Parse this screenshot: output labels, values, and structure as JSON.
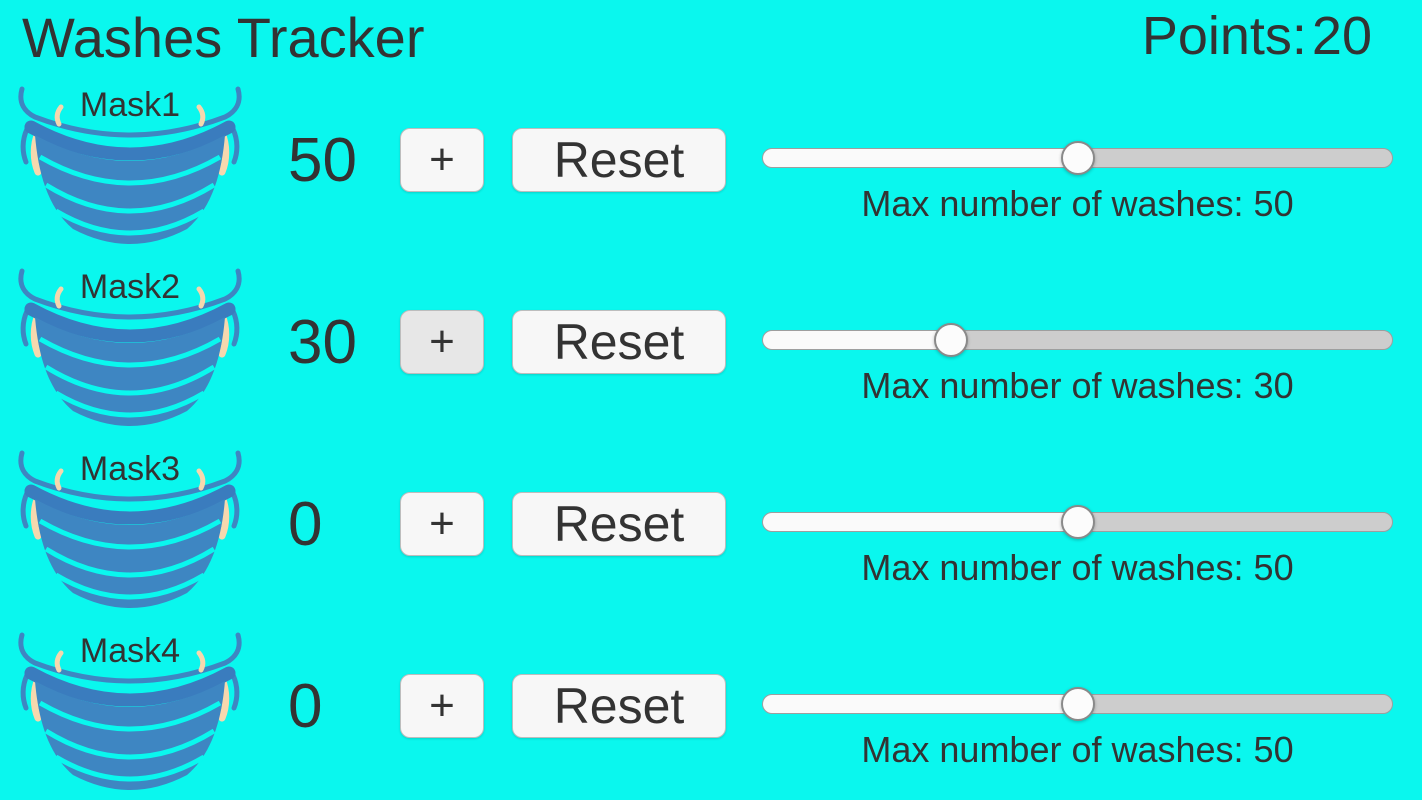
{
  "title": "Washes Tracker",
  "points": {
    "label": "Points:",
    "value": "20"
  },
  "rows": [
    {
      "name": "Mask1",
      "count": "50",
      "plus": "+",
      "reset": "Reset",
      "max_washes": 50,
      "max_label": "Max number of washes: 50"
    },
    {
      "name": "Mask2",
      "count": "30",
      "plus": "+",
      "reset": "Reset",
      "max_washes": 30,
      "max_label": "Max number of washes: 30"
    },
    {
      "name": "Mask3",
      "count": "0",
      "plus": "+",
      "reset": "Reset",
      "max_washes": 50,
      "max_label": "Max number of washes: 50"
    },
    {
      "name": "Mask4",
      "count": "0",
      "plus": "+",
      "reset": "Reset",
      "max_washes": 50,
      "max_label": "Max number of washes: 50"
    }
  ],
  "colors": {
    "background": "#0AF7EE",
    "text": "#333333",
    "mask_body": "#3E86C2",
    "mask_band": "#3A7CBE",
    "ear_skin": "#F6D8AE",
    "button_bg": "#F7F7F7",
    "slider_track": "#CDCDCD",
    "slider_fill": "#FAFAFA"
  }
}
